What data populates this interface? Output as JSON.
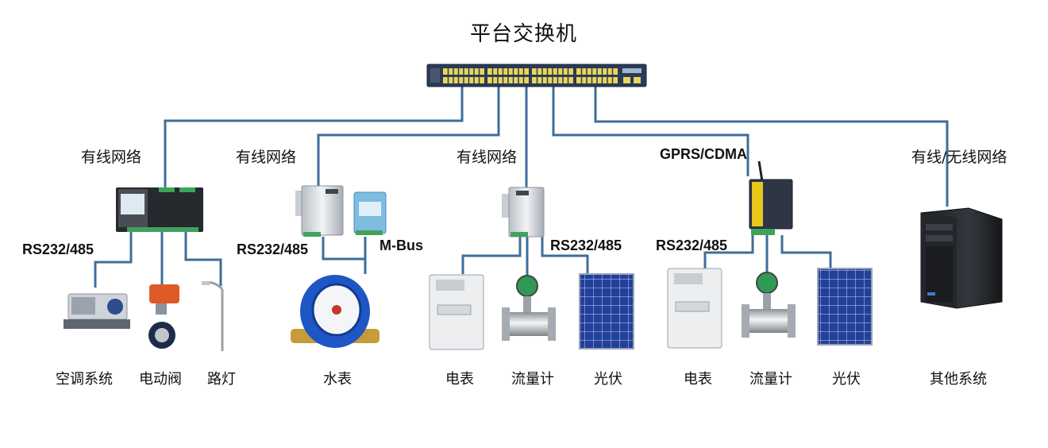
{
  "title": "平台交换机",
  "network_labels": {
    "net1": "有线网络",
    "net2": "有线网络",
    "net3": "有线网络",
    "net4": "GPRS/CDMA",
    "net5": "有线/无线网络"
  },
  "protocol_labels": {
    "p1": "RS232/485",
    "p2": "RS232/485",
    "p3": "M-Bus",
    "p4": "RS232/485",
    "p5": "RS232/485"
  },
  "device_labels": {
    "d1": "空调系统",
    "d2": "电动阀",
    "d3": "路灯",
    "d4": "水表",
    "d5": "电表",
    "d6": "流量计",
    "d7": "光伏",
    "d8": "电表",
    "d9": "流量计",
    "d10": "光伏",
    "d11": "其他系统"
  },
  "colors": {
    "link": "#3e6e9a",
    "switch_body": "#2b3a57",
    "port": "#e8d65a",
    "solar": "#1f3c8c",
    "water_meter": "#1e56c6"
  }
}
